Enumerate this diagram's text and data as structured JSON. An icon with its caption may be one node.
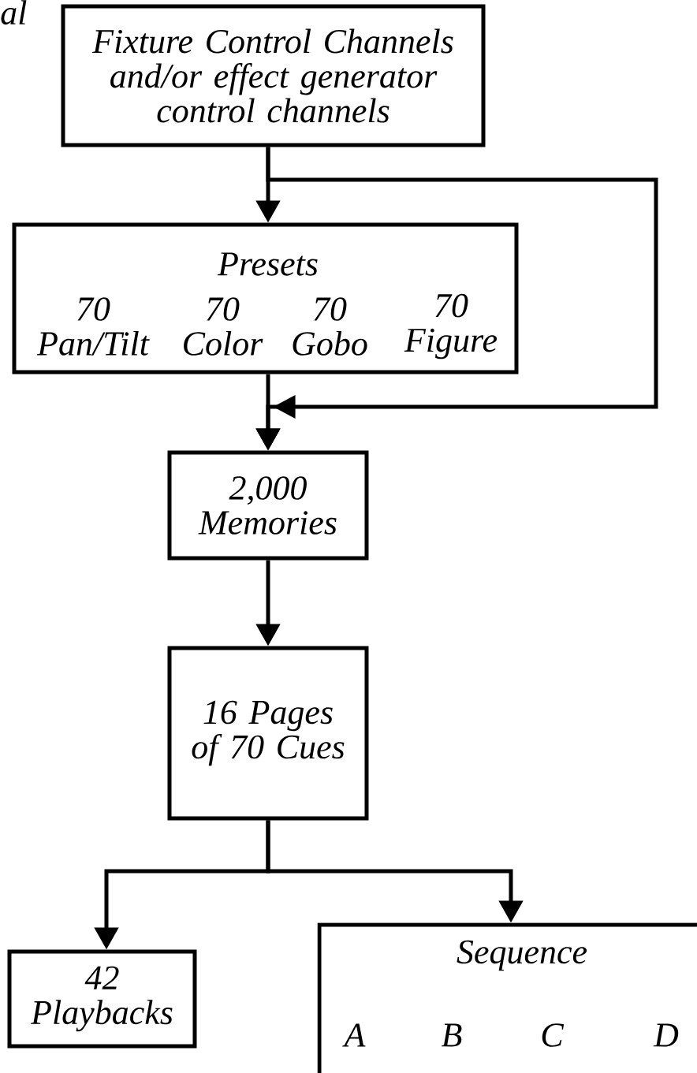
{
  "diagram": {
    "nodes": [
      {
        "text": [
          "Fixture Control Channels and/or effect generator control channels"
        ]
      },
      {
        "text": [
          "Presets",
          "70 Pan/Tilt",
          "70 Color",
          "70 Gobo",
          "70 Figure"
        ]
      },
      {
        "text": [
          "2,000 Memories"
        ]
      },
      {
        "text": [
          "16 Pages of 70 Cues"
        ]
      },
      {
        "text": [
          "42 Playbacks"
        ]
      },
      {
        "text": [
          "Sequence",
          "A",
          "B",
          "C",
          "D"
        ]
      }
    ],
    "edges": [
      {
        "from": 0,
        "to": 1,
        "arrow": "to"
      },
      {
        "from": 0,
        "to": 2,
        "arrow": "to"
      },
      {
        "from": 1,
        "to": 2,
        "arrow": "to"
      },
      {
        "from": 2,
        "to": 3,
        "arrow": "to"
      },
      {
        "from": 3,
        "to": 4,
        "arrow": "to"
      },
      {
        "from": 3,
        "to": 5,
        "arrow": "to"
      }
    ],
    "labels": [
      "al"
    ]
  }
}
